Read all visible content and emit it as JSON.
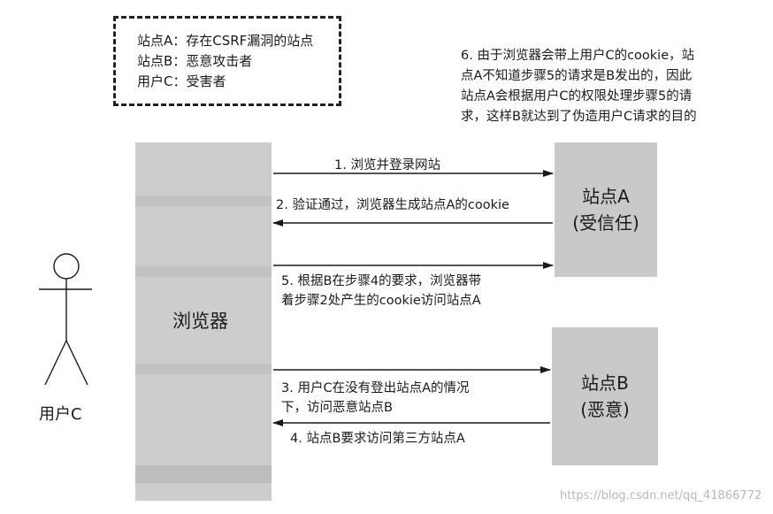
{
  "legend": [
    "站点A：存在CSRF漏洞的站点",
    "站点B：恶意攻击者",
    "用户C：受害者"
  ],
  "note_lines": [
    "6. 由于浏览器会带上用户C的cookie，站",
    "点A不知道步骤5的请求是B发出的，因此",
    "站点A会根据用户C的权限处理步骤5的请",
    "求，这样B就达到了伪造用户C请求的目的"
  ],
  "browser_label": "浏览器",
  "site_a": {
    "name": "站点A",
    "role": "(受信任)"
  },
  "site_b": {
    "name": "站点B",
    "role": "(恶意)"
  },
  "user_label": "用户C",
  "steps": {
    "s1": [
      "1. 浏览并登录网站"
    ],
    "s2": [
      "2. 验证通过，浏览器生成站点A的cookie"
    ],
    "s5": [
      "5. 根据B在步骤4的要求，浏览器带",
      "着步骤2处产生的cookie访问站点A"
    ],
    "s3": [
      "3. 用户C在没有登出站点A的情况",
      "下，访问恶意站点B"
    ],
    "s4": [
      "4. 站点B要求访问第三方站点A"
    ]
  },
  "watermark": "https://blog.csdn.net/qq_41866772",
  "colors": {
    "box_fill": "#c9c9c9",
    "browser_fill": "#cdcdcd",
    "line": "#1a1a1a"
  }
}
